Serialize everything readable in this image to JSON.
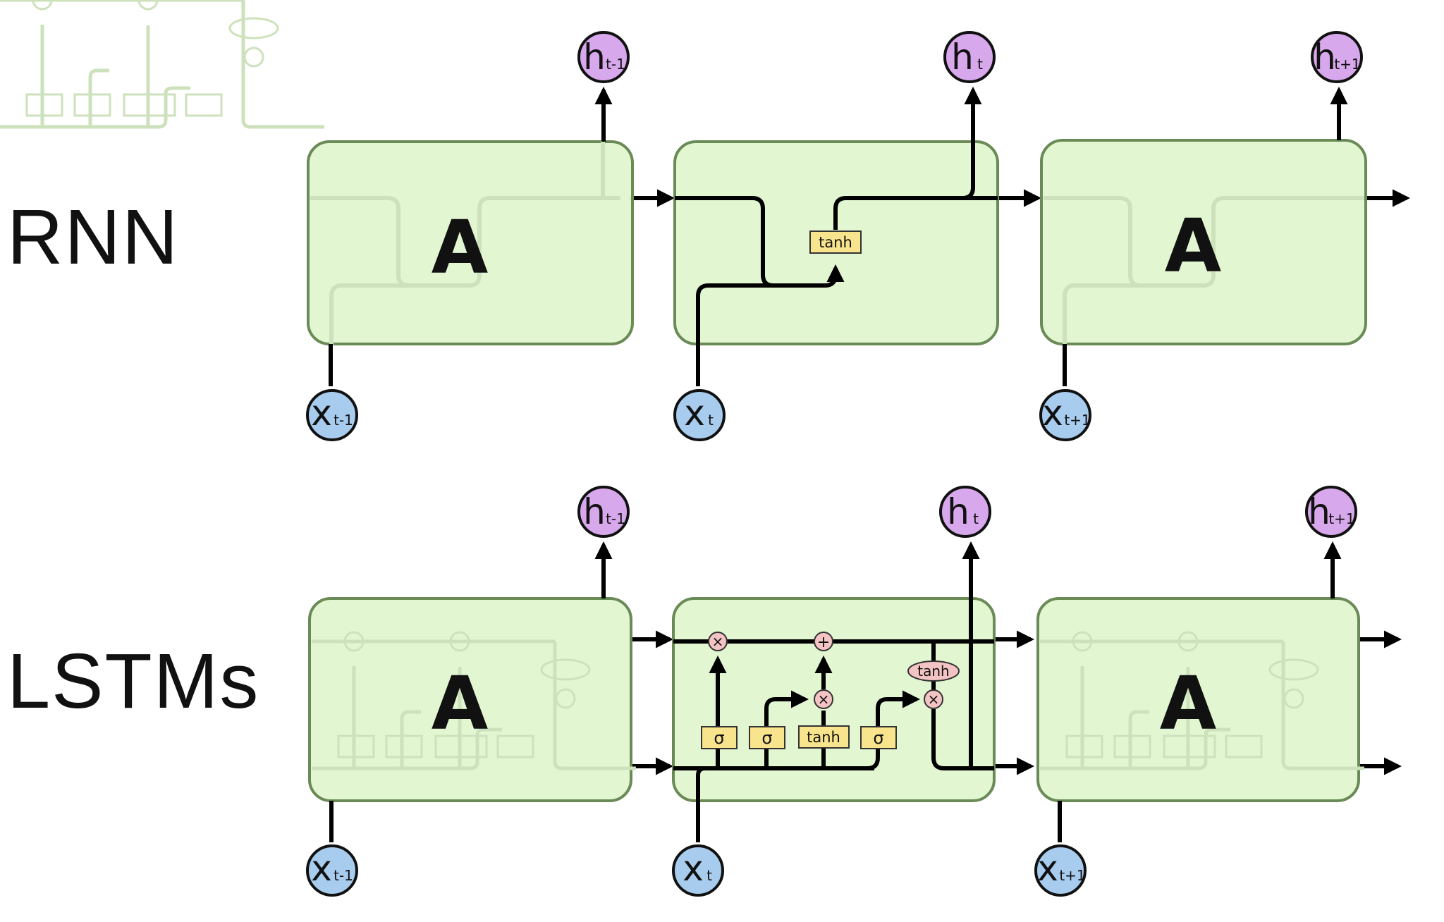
{
  "rows": [
    {
      "label": "RNN",
      "cells": [
        {
          "letter": "A",
          "input": {
            "main": "x",
            "sub": "t-1"
          },
          "output": {
            "main": "h",
            "sub": "t-1"
          }
        },
        {
          "letter": "",
          "input": {
            "main": "x",
            "sub": "t"
          },
          "output": {
            "main": "h",
            "sub": "t"
          },
          "gate": "tanh"
        },
        {
          "letter": "A",
          "input": {
            "main": "x",
            "sub": "t+1"
          },
          "output": {
            "main": "h",
            "sub": "t+1"
          }
        }
      ]
    },
    {
      "label": "LSTMs",
      "cells": [
        {
          "letter": "A",
          "input": {
            "main": "x",
            "sub": "t-1"
          },
          "output": {
            "main": "h",
            "sub": "t-1"
          }
        },
        {
          "letter": "",
          "input": {
            "main": "x",
            "sub": "t"
          },
          "output": {
            "main": "h",
            "sub": "t"
          },
          "gates": [
            "σ",
            "σ",
            "tanh",
            "σ"
          ],
          "pointwise": [
            "×",
            "+",
            "×",
            "×"
          ],
          "state_tanh": "tanh"
        },
        {
          "letter": "A",
          "input": {
            "main": "x",
            "sub": "t+1"
          },
          "output": {
            "main": "h",
            "sub": "t+1"
          }
        }
      ]
    }
  ],
  "colors": {
    "cell_fill": "#e0f6d0",
    "cell_stroke": "#6a8a56",
    "input_fill": "#a8ccee",
    "output_fill": "#d8a8ec",
    "gate_fill": "#f8e48c",
    "pointwise_fill": "#f4c4c4"
  }
}
